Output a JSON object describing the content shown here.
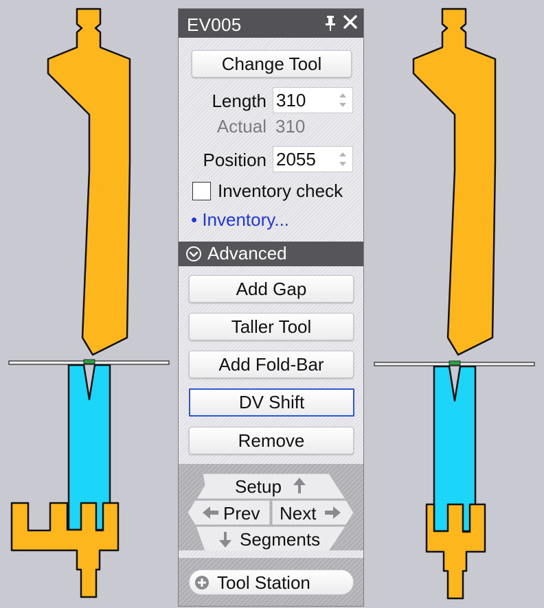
{
  "window": {
    "title": "EV005"
  },
  "titlebar_icons": {
    "pin": "pin-icon",
    "close": "close-icon"
  },
  "tool": {
    "change_tool_label": "Change Tool",
    "length_label": "Length",
    "length_value": "310",
    "actual_label": "Actual",
    "actual_value": "310",
    "position_label": "Position",
    "position_value": "2055",
    "inventory_check_label": "Inventory check",
    "inventory_check_checked": false,
    "inventory_link": "• Inventory..."
  },
  "advanced": {
    "header_label": "Advanced",
    "buttons": [
      "Add Gap",
      "Taller Tool",
      "Add Fold-Bar",
      "DV Shift",
      "Remove"
    ]
  },
  "navigation": {
    "setup_label": "Setup",
    "prev_label": "Prev",
    "next_label": "Next",
    "segments_label": "Segments"
  },
  "station": {
    "label": "Tool Station"
  },
  "colors": {
    "punch": "#fdb61b",
    "die": "#1bd6f8",
    "sheet_contact": "#2ea046",
    "title_bar": "#525257",
    "link": "#1f36e0",
    "focus_border": "#2f56d8",
    "background": "#c9c9d1"
  }
}
